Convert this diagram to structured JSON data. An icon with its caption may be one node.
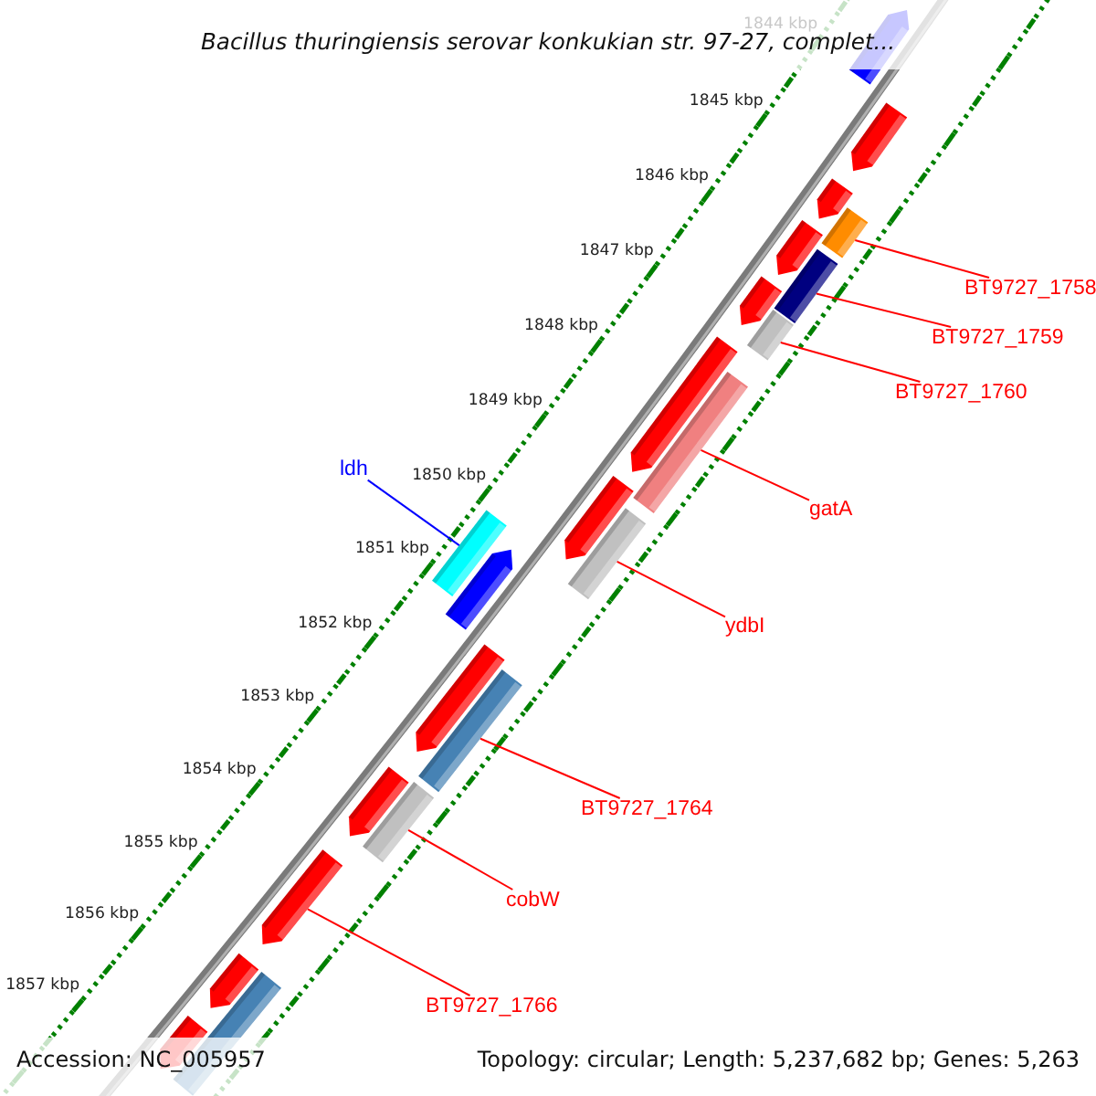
{
  "diagram": {
    "title": "Bacillus thuringiensis serovar konkukian str. 97-27, complet...",
    "nodes": [
      {
        "text": [
          "BT9727_1758"
        ]
      },
      {
        "text": [],
        "shape": "bar"
      },
      {
        "text": [
          "BT9727_1759"
        ]
      },
      {
        "text": [],
        "shape": "bar"
      },
      {
        "text": [
          "BT9727_1760"
        ]
      },
      {
        "text": [],
        "shape": "bar"
      },
      {
        "text": [
          "ldh"
        ]
      },
      {
        "text": [],
        "shape": "bar"
      },
      {
        "text": [
          "gatA"
        ]
      },
      {
        "text": [],
        "shape": "bar"
      },
      {
        "text": [
          "ydbI"
        ]
      },
      {
        "text": [],
        "shape": "bar"
      },
      {
        "text": [
          "BT9727_1764"
        ]
      },
      {
        "text": [],
        "shape": "bar"
      },
      {
        "text": [
          "cobW"
        ]
      },
      {
        "text": [],
        "shape": "bar"
      },
      {
        "text": [
          "BT9727_1766"
        ]
      },
      {
        "text": [],
        "shape": "bar"
      },
      {
        "text": [],
        "shape": "bar"
      },
      {
        "text": [],
        "shape": "bar"
      },
      {
        "text": [],
        "shape": "bar"
      },
      {
        "text": [],
        "shape": "bar"
      },
      {
        "text": [],
        "shape": "bar"
      },
      {
        "text": [],
        "shape": "bar"
      },
      {
        "text": [],
        "shape": "bar"
      },
      {
        "text": [],
        "shape": "bar"
      },
      {
        "text": [],
        "shape": "bar"
      },
      {
        "text": [],
        "shape": "bar"
      },
      {
        "text": [],
        "shape": "bar"
      },
      {
        "text": [],
        "shape": "bar"
      },
      {
        "text": [],
        "shape": "bar"
      }
    ],
    "edges": [
      {
        "from": 0,
        "to": 1,
        "arrow": "none"
      },
      {
        "from": 2,
        "to": 3,
        "arrow": "none"
      },
      {
        "from": 4,
        "to": 5,
        "arrow": "none"
      },
      {
        "from": 6,
        "to": 7,
        "arrow": "none",
        "color": "#0000ff"
      },
      {
        "from": 8,
        "to": 9,
        "arrow": "none"
      },
      {
        "from": 10,
        "to": 11,
        "arrow": "none"
      },
      {
        "from": 12,
        "to": 13,
        "arrow": "none"
      },
      {
        "from": 14,
        "to": 15,
        "arrow": "none"
      },
      {
        "from": 16,
        "to": 17,
        "arrow": "none"
      }
    ],
    "labels": [
      "1844 kbp",
      "1845 kbp",
      "1846 kbp",
      "1847 kbp",
      "1848 kbp",
      "1849 kbp",
      "1850 kbp",
      "1851 kbp",
      "1852 kbp",
      "1853 kbp",
      "1854 kbp",
      "1855 kbp",
      "1856 kbp",
      "1857 kbp",
      "Accession: NC_005957",
      "Topology: circular; Length: 5,237,682 bp; Genes: 5,263"
    ]
  }
}
